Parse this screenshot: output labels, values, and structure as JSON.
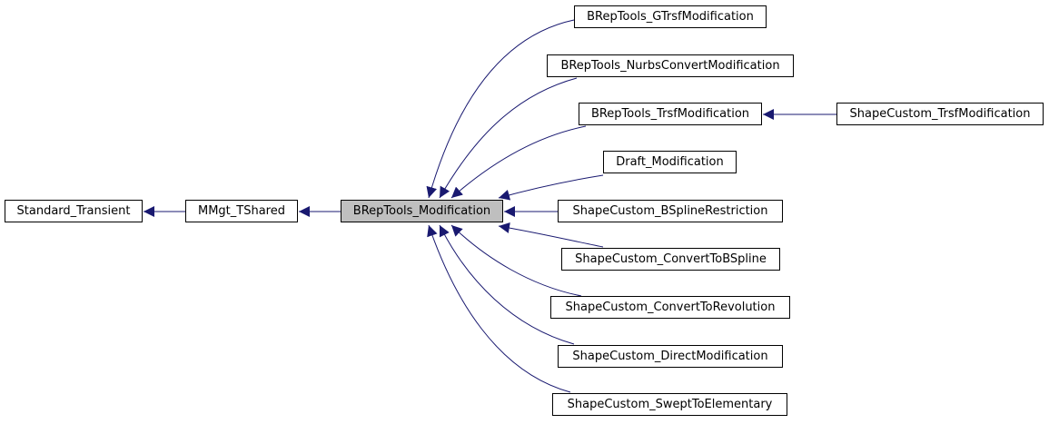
{
  "diagram": {
    "edge_color": "#191970",
    "current_node_fill": "#bfbfbf",
    "nodes": {
      "standard_transient": "Standard_Transient",
      "mmgt_tshared": "MMgt_TShared",
      "breptools_modification": "BRepTools_Modification",
      "breptools_gtrsfmodification": "BRepTools_GTrsfModification",
      "breptools_nurbsconvertmodification": "BRepTools_NurbsConvertModification",
      "breptools_trsfmodification": "BRepTools_TrsfModification",
      "draft_modification": "Draft_Modification",
      "shapecustom_bsplinerestriction": "ShapeCustom_BSplineRestriction",
      "shapecustom_converttobspline": "ShapeCustom_ConvertToBSpline",
      "shapecustom_converttorevolution": "ShapeCustom_ConvertToRevolution",
      "shapecustom_directmodification": "ShapeCustom_DirectModification",
      "shapecustom_swepttoelementary": "ShapeCustom_SweptToElementary",
      "shapecustom_trsfmodification": "ShapeCustom_TrsfModification"
    },
    "edges": [
      {
        "from": "mmgt_tshared",
        "to": "standard_transient"
      },
      {
        "from": "breptools_modification",
        "to": "mmgt_tshared"
      },
      {
        "from": "breptools_gtrsfmodification",
        "to": "breptools_modification"
      },
      {
        "from": "breptools_nurbsconvertmodification",
        "to": "breptools_modification"
      },
      {
        "from": "breptools_trsfmodification",
        "to": "breptools_modification"
      },
      {
        "from": "draft_modification",
        "to": "breptools_modification"
      },
      {
        "from": "shapecustom_bsplinerestriction",
        "to": "breptools_modification"
      },
      {
        "from": "shapecustom_converttobspline",
        "to": "breptools_modification"
      },
      {
        "from": "shapecustom_converttorevolution",
        "to": "breptools_modification"
      },
      {
        "from": "shapecustom_directmodification",
        "to": "breptools_modification"
      },
      {
        "from": "shapecustom_swepttoelementary",
        "to": "breptools_modification"
      },
      {
        "from": "shapecustom_trsfmodification",
        "to": "breptools_trsfmodification"
      }
    ]
  }
}
